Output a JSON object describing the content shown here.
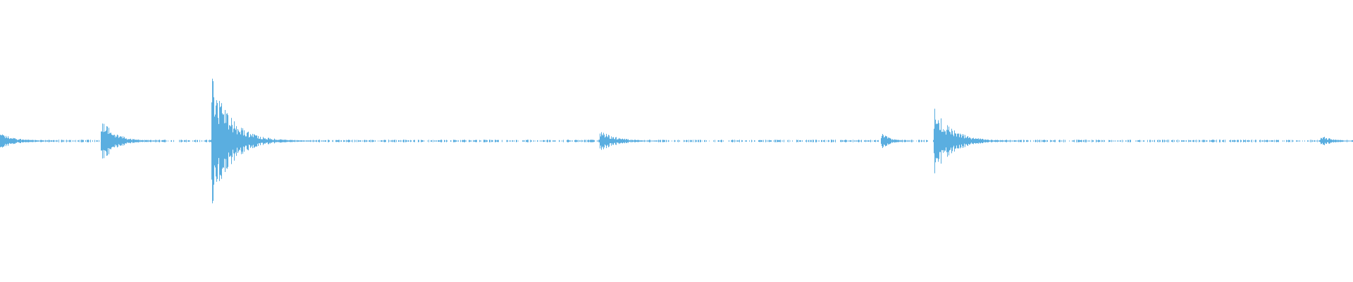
{
  "waveform": {
    "color": "#5aaee0",
    "duration_fraction_peaks": [
      {
        "position": 0.0,
        "amplitude": 0.12,
        "decay": 0.012
      },
      {
        "position": 0.075,
        "amplitude": 0.34,
        "decay": 0.01
      },
      {
        "position": 0.157,
        "amplitude": 0.95,
        "decay": 0.014
      },
      {
        "position": 0.444,
        "amplitude": 0.15,
        "decay": 0.012
      },
      {
        "position": 0.652,
        "amplitude": 0.12,
        "decay": 0.006
      },
      {
        "position": 0.691,
        "amplitude": 0.5,
        "decay": 0.013
      },
      {
        "position": 0.977,
        "amplitude": 0.08,
        "decay": 0.008
      }
    ],
    "noise_floor": 0.015,
    "noise_gap_probability": 0.45,
    "segments": 1920
  }
}
